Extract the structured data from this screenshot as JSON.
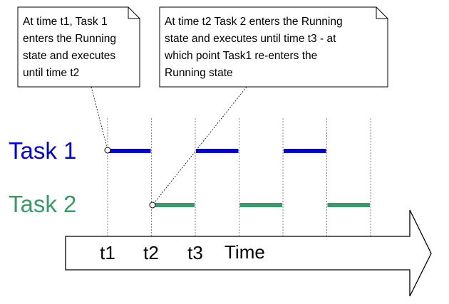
{
  "callouts": [
    {
      "lines": [
        "At time t1, Task 1",
        "enters the Running",
        "state and executes",
        "until time t2"
      ]
    },
    {
      "lines": [
        "At time t2 Task 2 enters the Running",
        "state and executes until time t3 - at",
        "which point Task1 re-enters the",
        "Running state"
      ]
    }
  ],
  "tasks": [
    {
      "label": "Task 1",
      "color": "#0000e0",
      "running": [
        [
          1,
          2
        ],
        [
          3,
          4
        ],
        [
          5,
          6
        ]
      ]
    },
    {
      "label": "Task 2",
      "color": "#3a9a6a",
      "running": [
        [
          2,
          3
        ],
        [
          4,
          5
        ],
        [
          6,
          7
        ]
      ]
    }
  ],
  "time_axis": {
    "tick_labels": [
      "t1",
      "t2",
      "t3"
    ],
    "axis_label": "Time",
    "tick_count": 7
  }
}
